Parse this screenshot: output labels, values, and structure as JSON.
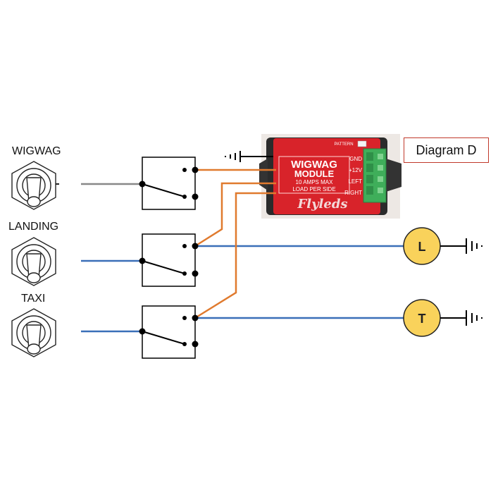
{
  "diagram_title": "Diagram D",
  "switches": [
    {
      "label": "WIGWAG"
    },
    {
      "label": "LANDING"
    },
    {
      "label": "TAXI"
    }
  ],
  "lamps": [
    {
      "letter": "L",
      "color": "#f9d25b"
    },
    {
      "letter": "T",
      "color": "#f9d25b"
    }
  ],
  "module": {
    "pattern": "PATTERN",
    "name_line1": "WIGWAG",
    "name_line2": "MODULE",
    "rating": "10 AMPS MAX",
    "load_note": "LOAD PER SIDE",
    "brand": "Flyleds",
    "terminals": [
      "GND",
      "+12V",
      "LEFT",
      "RIGHT"
    ],
    "board_color": "#d8232a",
    "connector_color": "#3fae5a"
  },
  "wire_colors": {
    "switch_input": "#888888",
    "lamp_feed": "#3a6fb8",
    "module_output": "#e07a2e",
    "ground": "#000000"
  }
}
